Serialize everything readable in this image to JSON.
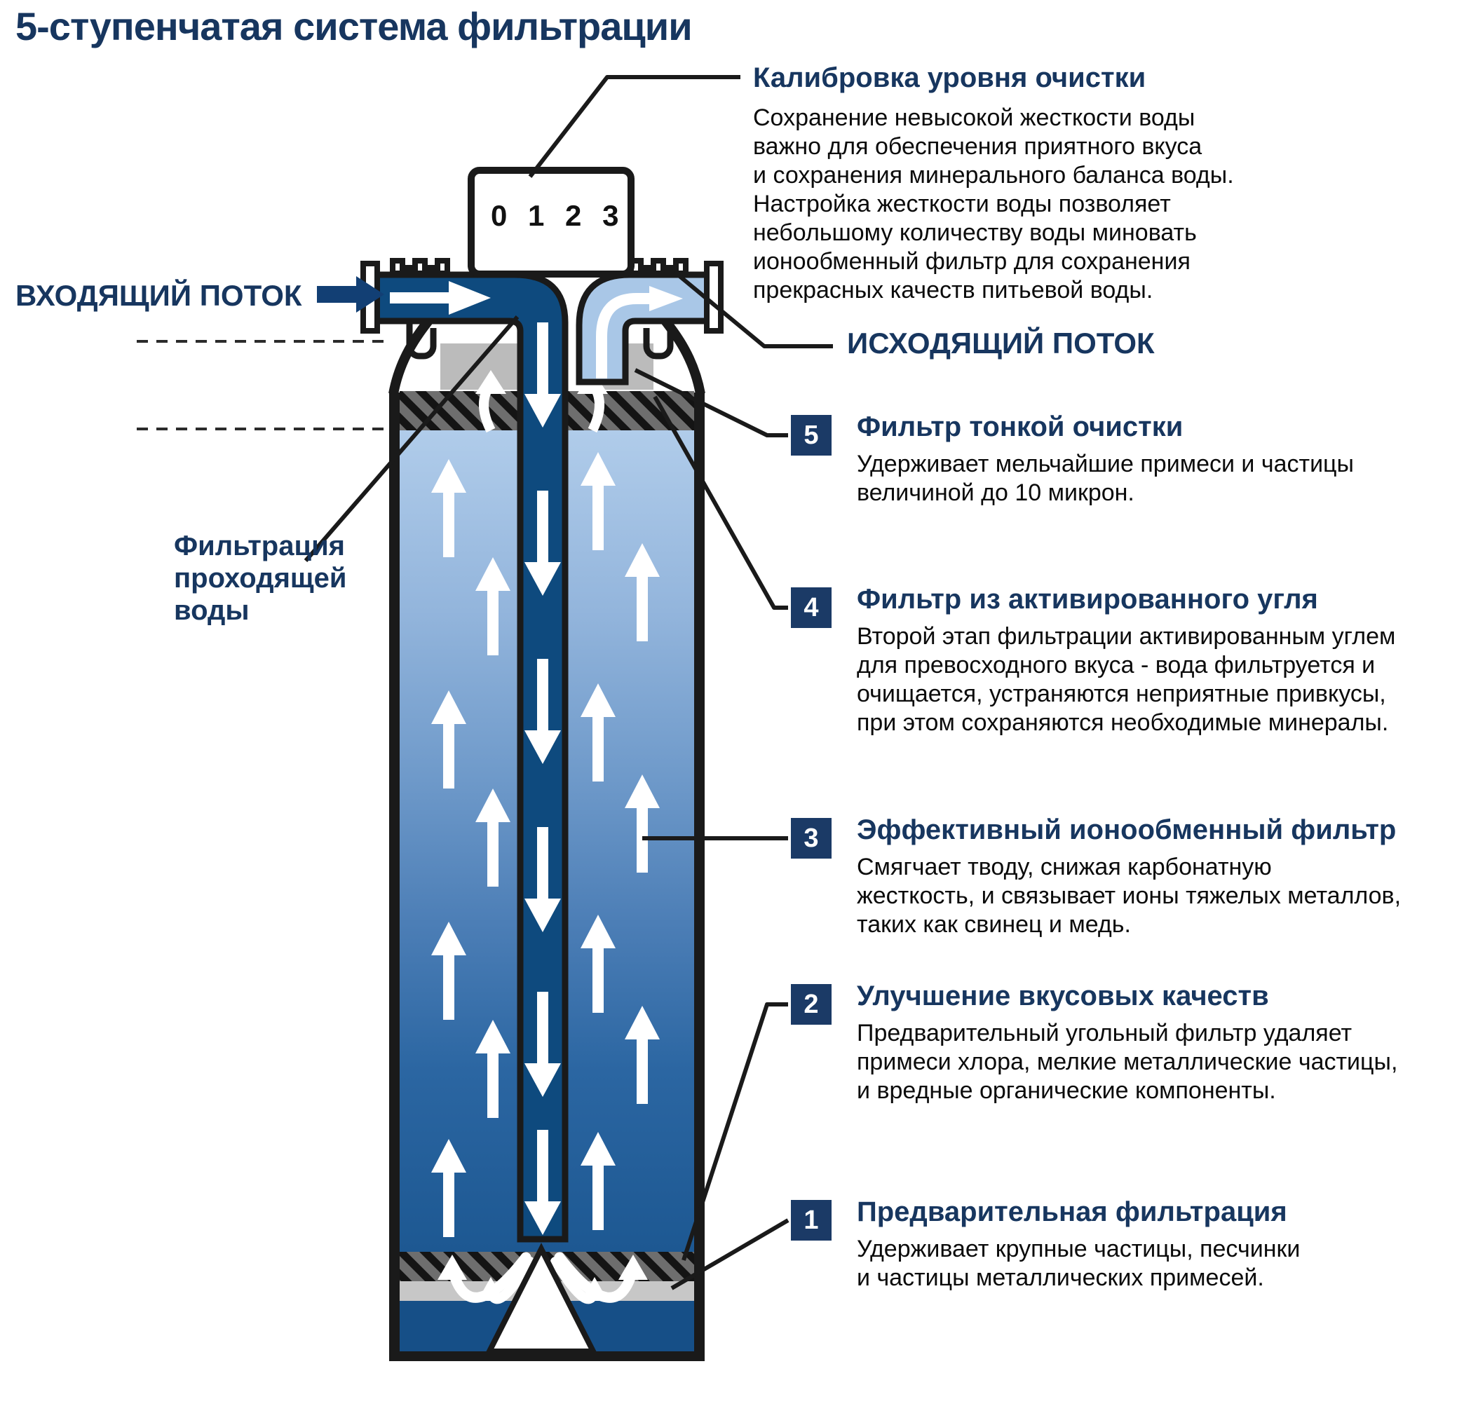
{
  "title": "5-ступенчатая система фильтрации",
  "labels": {
    "inflow": "ВХОДЯЩИЙ ПОТОК",
    "outflow": "ИСХОДЯЩИЙ ПОТОК",
    "dial": "0 1 2 3",
    "passing_lines": [
      "Фильтрация",
      "проходящей",
      "воды"
    ]
  },
  "callout": {
    "heading": "Калибровка уровня очистки",
    "body_lines": [
      "Сохранение невысокой жесткости воды",
      "важно для обеспечения приятного вкуса",
      "и сохранения минерального баланса воды.",
      "Настройка жесткости воды позволяет",
      "небольшому количеству воды миновать",
      "ионообменный фильтр для сохранения",
      "прекрасных качеств питьевой воды."
    ]
  },
  "stages": [
    {
      "num": "5",
      "heading": "Фильтр тонкой очистки",
      "body_lines": [
        "Удерживает мельчайшие примеси и частицы",
        "величиной до 10 микрон."
      ]
    },
    {
      "num": "4",
      "heading": "Фильтр из активированного угля",
      "body_lines": [
        "Второй этап фильтрации активированным углем",
        "для превосходного вкуса - вода фильтруется и",
        "очищается, устраняются неприятные привкусы,",
        "при этом сохраняются необходимые минералы."
      ]
    },
    {
      "num": "3",
      "heading": "Эффективный ионообменный фильтр",
      "body_lines": [
        "Смягчает тводу, снижая карбонатную",
        "жесткость, и связывает ионы тяжелых металлов,",
        "таких как свинец и медь."
      ]
    },
    {
      "num": "2",
      "heading": "Улучшение вкусовых качеств",
      "body_lines": [
        "Предварительный угольный фильтр удаляет",
        "примеси хлора, мелкие металлические частицы,",
        "и вредные органические компоненты."
      ]
    },
    {
      "num": "1",
      "heading": "Предварительная фильтрация",
      "body_lines": [
        "Удерживает крупные частицы, песчинки",
        "и частицы металлических примесей."
      ]
    }
  ],
  "colors": {
    "heading_navy": "#17365F",
    "badge_navy": "#1B3A66",
    "water_dark": "#0E4A7E",
    "water_light": "#A9C7E7",
    "body_gradient_top": "#B0CCEA",
    "body_gradient_bottom": "#1D5892",
    "collar_gray": "#BBBBBB",
    "outline_black": "#1A1A1A"
  }
}
